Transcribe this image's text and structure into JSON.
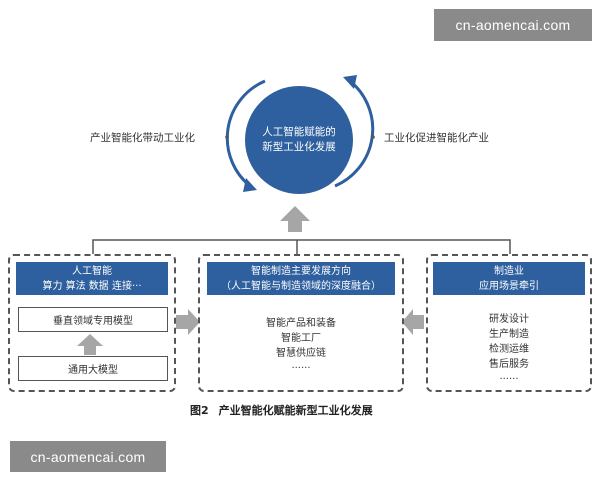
{
  "watermark_top": "cn-aomencai.com",
  "watermark_bottom": "cn-aomencai.com",
  "top": {
    "left_text": "产业智能化带动工业化",
    "right_text": "工业化促进智能化产业",
    "circle_line1": "人工智能赋能的",
    "circle_line2": "新型工业化发展"
  },
  "left_panel": {
    "header_line1": "人工智能",
    "header_line2": "算力 算法 数据 连接···",
    "box_vertical": "垂直领域专用模型",
    "box_general": "通用大模型"
  },
  "center_panel": {
    "header_line1": "智能制造主要发展方向",
    "header_line2": "（人工智能与制造领域的深度融合）",
    "items": [
      "智能产品和装备",
      "智能工厂",
      "智慧供应链",
      "······"
    ]
  },
  "right_panel": {
    "header_line1": "制造业",
    "header_line2": "应用场景牵引",
    "items": [
      "研发设计",
      "生产制造",
      "检测运维",
      "售后服务",
      "······"
    ]
  },
  "caption": {
    "number": "图2",
    "text": "产业智能化赋能新型工业化发展"
  },
  "colors": {
    "primary_blue": "#2e5f9e",
    "arrow_gray": "#a6a6a6",
    "dashed_border": "#555555"
  }
}
